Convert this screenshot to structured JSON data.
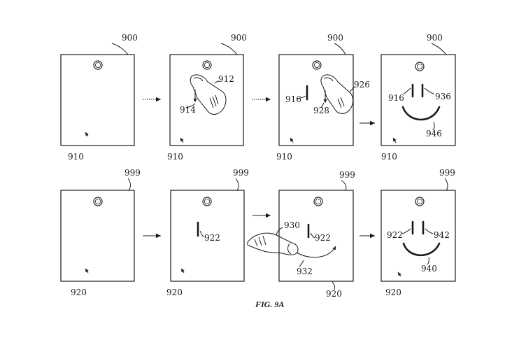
{
  "figure": {
    "caption": "FIG. 9A",
    "rows": [
      {
        "panels": [
          {
            "device_label": "900",
            "screen_label": "910",
            "marks": []
          },
          {
            "device_label": "900",
            "screen_label": "910",
            "marks": [
              "912",
              "914"
            ]
          },
          {
            "device_label": "900",
            "screen_label": "910",
            "marks": [
              "916",
              "926",
              "928"
            ]
          },
          {
            "device_label": "900",
            "screen_label": "910",
            "marks": [
              "916",
              "936",
              "946"
            ]
          }
        ]
      },
      {
        "panels": [
          {
            "device_label": "999",
            "screen_label": "920",
            "marks": []
          },
          {
            "device_label": "999",
            "screen_label": "920",
            "marks": [
              "922"
            ]
          },
          {
            "device_label": "999",
            "screen_label": "920",
            "marks": [
              "930",
              "922",
              "932"
            ]
          },
          {
            "device_label": "999",
            "screen_label": "920",
            "marks": [
              "922",
              "942",
              "940"
            ]
          }
        ]
      }
    ]
  }
}
